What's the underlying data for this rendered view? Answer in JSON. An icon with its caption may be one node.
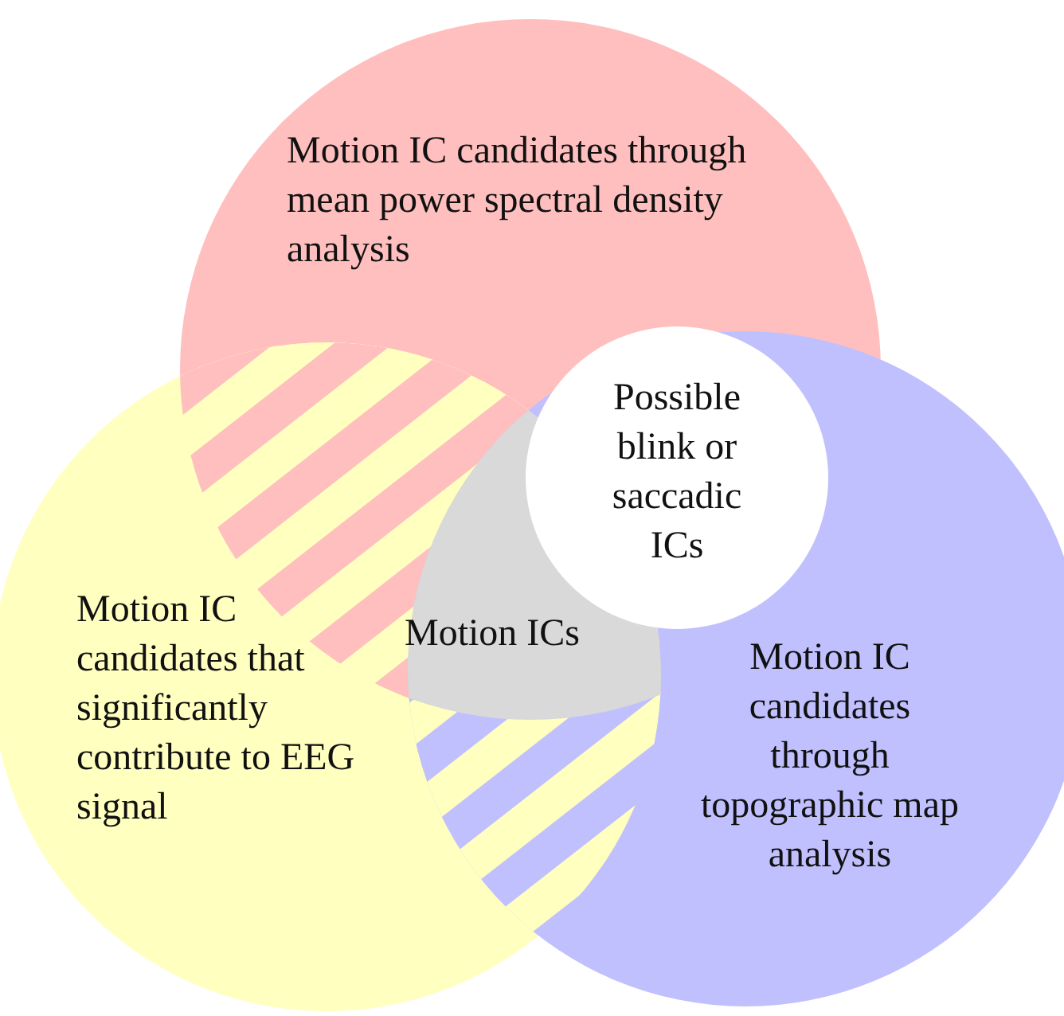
{
  "diagram": {
    "nodes": [
      {
        "text": [
          "Motion IC candidates through mean power spectral density analysis"
        ]
      },
      {
        "text": [
          "Motion IC candidates that significantly contribute to EEG signal"
        ]
      },
      {
        "text": [
          "Motion IC candidates through topographic map analysis"
        ]
      },
      {
        "text": [
          "Motion ICs"
        ]
      },
      {
        "text": [
          "Possible blink or saccadic ICs"
        ]
      }
    ]
  }
}
